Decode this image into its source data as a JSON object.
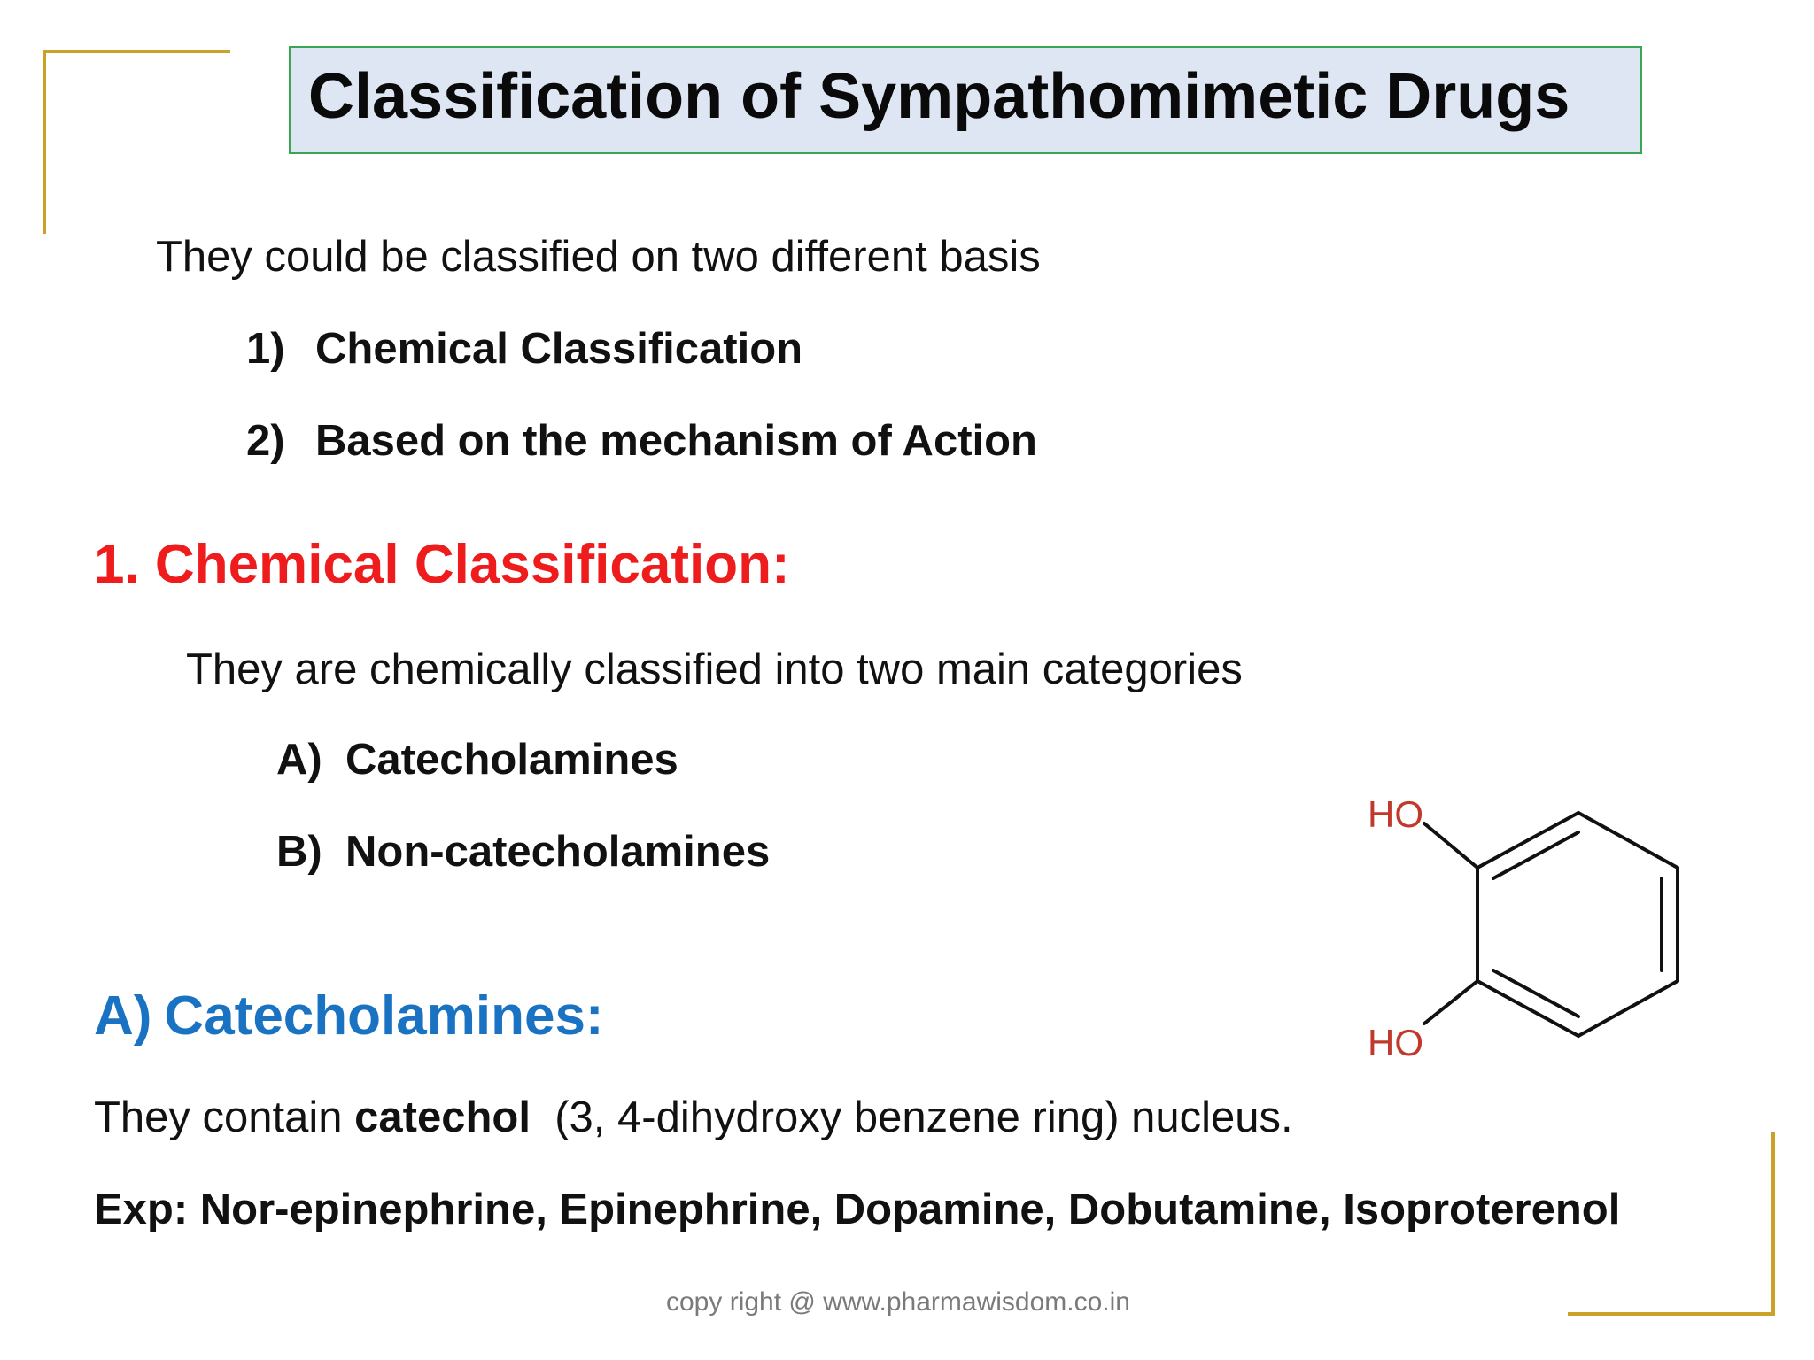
{
  "slide": {
    "title": "Classification of Sympathomimetic Drugs",
    "intro": "They could be classified on two different basis",
    "basis_list": [
      {
        "num": "1)",
        "text": "Chemical Classification"
      },
      {
        "num": "2)",
        "text": "Based on the mechanism of Action"
      }
    ],
    "section1": {
      "heading": "1. Chemical Classification:",
      "intro": "They are chemically classified into two main categories",
      "items": [
        {
          "num": "A)",
          "text": "Catecholamines"
        },
        {
          "num": "B)",
          "text": "Non-catecholamines"
        }
      ]
    },
    "sectionA": {
      "heading_prefix": "A)",
      "heading_text": "Catecholamines:",
      "line_pre": "They contain ",
      "line_bold": "catechol",
      "line_post": "  (3, 4-dihydroxy benzene ring) nucleus.",
      "examples": "Exp: Nor-epinephrine, Epinephrine, Dopamine, Dobutamine, Isoproterenol"
    },
    "structure": {
      "label_top": "HO",
      "label_bottom": "HO"
    },
    "footer": "copy right @ www.pharmawisdom.co.in"
  },
  "colors": {
    "accent_gold": "#c9a227",
    "title_bg": "#dde6f2",
    "title_border": "#3aa655",
    "heading_red": "#ee1c1c",
    "heading_blue": "#1a73c2",
    "ho_red": "#c0392b"
  }
}
